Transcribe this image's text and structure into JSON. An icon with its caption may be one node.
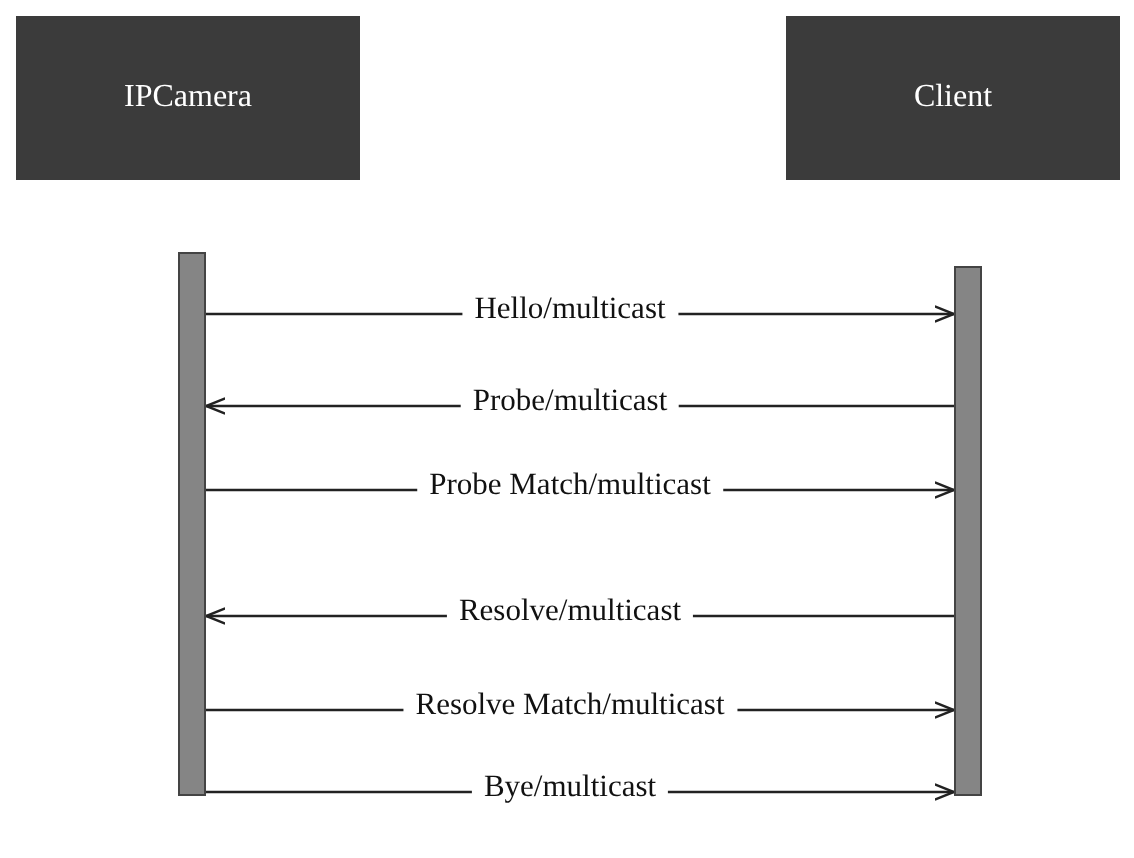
{
  "diagram": {
    "nodes": [
      {
        "text": [
          "IPCamera"
        ]
      },
      {
        "text": [
          "Client"
        ]
      },
      {
        "text": [],
        "shape": "bar"
      },
      {
        "text": [],
        "shape": "bar"
      }
    ],
    "edges": [
      {
        "from": 2,
        "to": 3,
        "arrow": "to",
        "label": "Hello/multicast"
      },
      {
        "from": 3,
        "to": 2,
        "arrow": "to",
        "label": "Probe/multicast"
      },
      {
        "from": 2,
        "to": 3,
        "arrow": "to",
        "label": "Probe Match/multicast"
      },
      {
        "from": 3,
        "to": 2,
        "arrow": "to",
        "label": "Resolve/multicast"
      },
      {
        "from": 2,
        "to": 3,
        "arrow": "to",
        "label": "Resolve Match/multicast"
      },
      {
        "from": 2,
        "to": 3,
        "arrow": "to",
        "label": "Bye/multicast"
      }
    ]
  }
}
